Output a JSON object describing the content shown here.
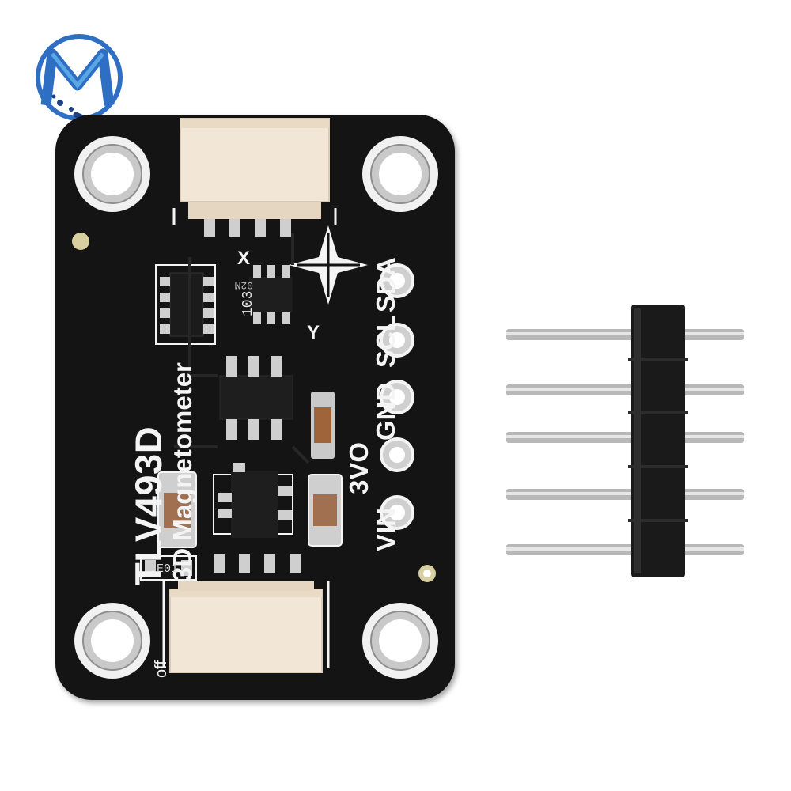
{
  "logo": {
    "letter": "M",
    "icon": "mq-brand-logo-icon",
    "colors": {
      "blue": "#2f6fc3",
      "navy": "#1f3f86",
      "light": "#5aa7e8"
    }
  },
  "board": {
    "chip_name": "TLV493D",
    "description": "3D Magnetometer",
    "pin_labels": [
      "SDA",
      "SCL",
      "GND",
      "3VO",
      "VIN"
    ],
    "axis_labels": {
      "x": "X",
      "y": "Y"
    },
    "switch_label": "off",
    "component_marks": {
      "resistor_array": "103",
      "ic_top": "02M",
      "small_part": "E01"
    },
    "colors": {
      "pcb": "#141414",
      "silkscreen": "#f4f4f4",
      "connector": "#f2e6d6",
      "pad": "#c9c9c9"
    }
  },
  "header": {
    "pin_count": 5,
    "colors": {
      "plastic": "#1a1a1a",
      "pin": "#b8b8b8"
    }
  }
}
